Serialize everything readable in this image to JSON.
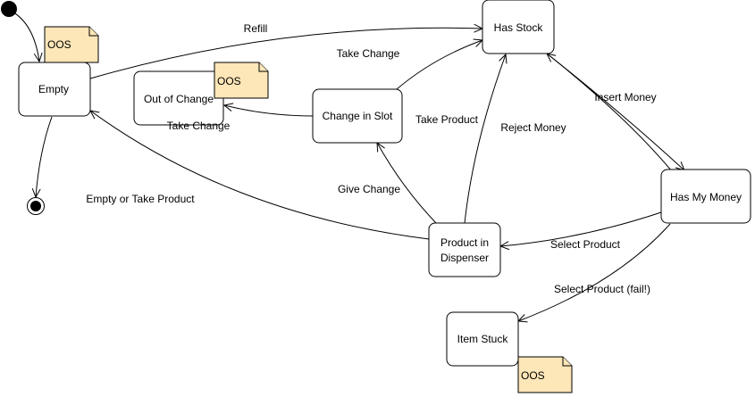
{
  "states": {
    "empty": "Empty",
    "has_stock": "Has Stock",
    "out_of_change": "Out of Change",
    "change_in_slot": "Change in Slot",
    "has_my_money": "Has My Money",
    "product_in_dispenser_line1": "Product in",
    "product_in_dispenser_line2": "Dispenser",
    "item_stuck": "Item Stuck"
  },
  "notes": {
    "empty_note": "OOS",
    "out_of_change_note": "OOS",
    "item_stuck_note": "OOS"
  },
  "transitions": {
    "refill": "Refill",
    "take_change_top": "Take Change",
    "take_change_left": "Take Change",
    "take_product": "Take Product",
    "reject_money": "Reject Money",
    "insert_money": "Insert Money",
    "give_change": "Give Change",
    "empty_or_take_product": "Empty or Take Product",
    "select_product": "Select Product",
    "select_product_fail": "Select Product (fail!)"
  }
}
